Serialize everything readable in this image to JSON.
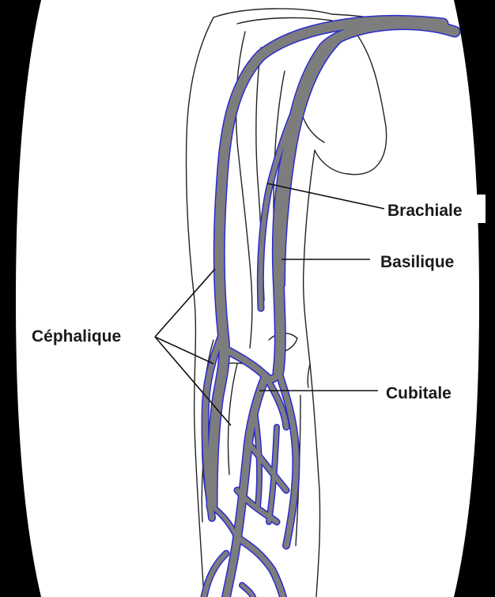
{
  "labels": {
    "brachiale": "Brachiale",
    "basilique": "Basilique",
    "cephalique": "Céphalique",
    "cubitale": "Cubitale"
  },
  "colors": {
    "vein_fill": "#7d7d7d",
    "vein_edge": "#2b2bd0",
    "frame": "#000000",
    "outline": "#222222"
  }
}
